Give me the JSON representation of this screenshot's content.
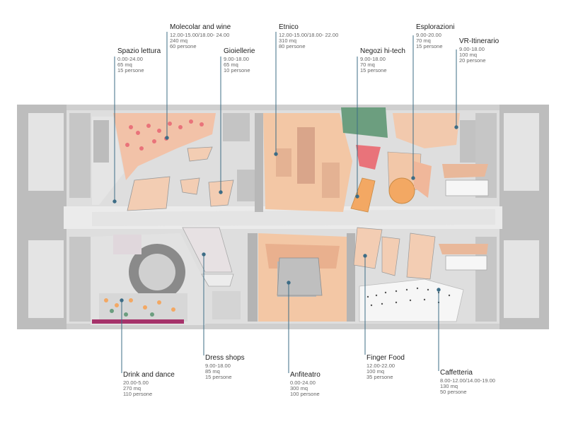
{
  "spaces": {
    "spazio_lettura": {
      "title": "Spazio lettura",
      "hours": "0.00-24.00",
      "area": "65 mq",
      "capacity": "15 persone"
    },
    "molecolar": {
      "title": "Molecolar and wine",
      "hours": "12.00-15.00/18.00- 24.00",
      "area": "240 mq",
      "capacity": "60 persone"
    },
    "gioiellerie": {
      "title": "Gioiellerie",
      "hours": "9.00-18.00",
      "area": "65 mq",
      "capacity": "10 persone"
    },
    "etnico": {
      "title": "Etnico",
      "hours": "12.00-15.00/18.00- 22.00",
      "area": "310 mq",
      "capacity": "80 persone"
    },
    "negozi_hitech": {
      "title": "Negozi hi-tech",
      "hours": "9.00-18.00",
      "area": "70 mq",
      "capacity": "15 persone"
    },
    "esplorazioni": {
      "title": "Esplorazioni",
      "hours": "9.00-20.00",
      "area": "70 mq",
      "capacity": "15 persone"
    },
    "vr_itinerario": {
      "title": "VR-Itinerario",
      "hours": "9.00-18.00",
      "area": "100 mq",
      "capacity": "20 persone"
    },
    "drink_dance": {
      "title": "Drink and dance",
      "hours": "20.00-5.00",
      "area": "270 mq",
      "capacity": "110 persone"
    },
    "dress_shops": {
      "title": "Dress shops",
      "hours": "9.00-18.00",
      "area": "85 mq",
      "capacity": "15 persone"
    },
    "anfiteatro": {
      "title": "Anfiteatro",
      "hours": "0.00-24.00",
      "area": "300 mq",
      "capacity": "100 persone"
    },
    "finger_food": {
      "title": "Finger Food",
      "hours": "12.00-22.00",
      "area": "100 mq",
      "capacity": "35 persone"
    },
    "caffetteria": {
      "title": "Caffetteria",
      "hours": "8.00-12.00/14.00-19.00",
      "area": "130 mq",
      "capacity": "50 persone"
    }
  },
  "colors": {
    "wall": "#b4b4b4",
    "floor": "#dcdcdc",
    "corridor": "#e6e6e6",
    "peach": "#f2c7a8",
    "salmon": "#f0b79a",
    "orange": "#f3a863",
    "red": "#e9737a",
    "green": "#6c9e7f",
    "magenta": "#a6336b",
    "leader": "#3d6d86"
  }
}
